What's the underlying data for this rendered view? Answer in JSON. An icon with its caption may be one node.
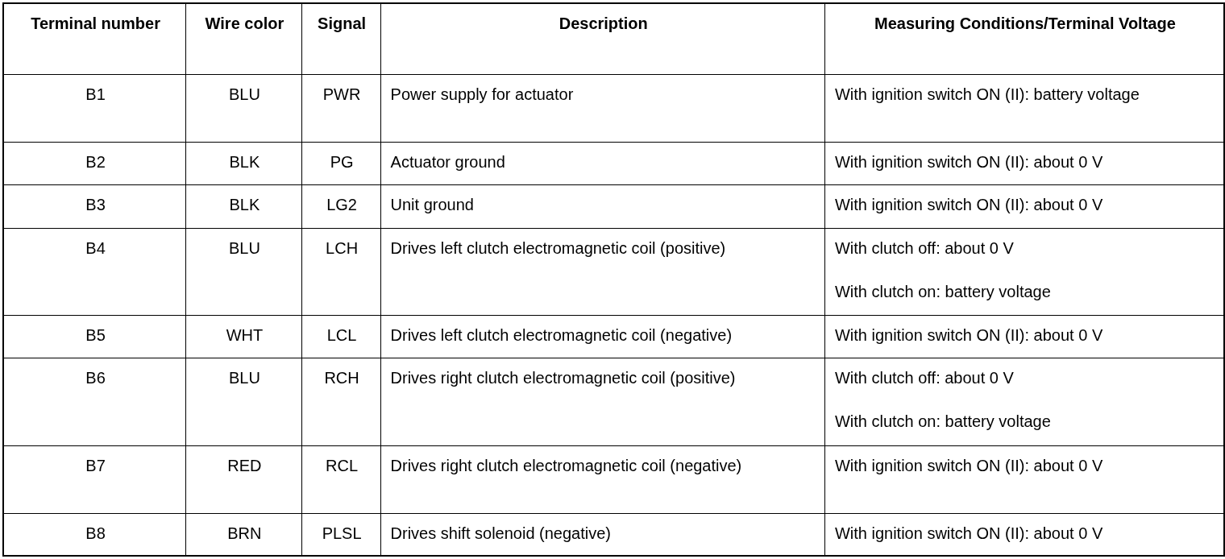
{
  "diagram": {
    "labels": [
      "Terminal number",
      "Wire color",
      "Signal",
      "Description",
      "Measuring Conditions/Terminal Voltage",
      "B1",
      "BLU",
      "PWR",
      "Power supply for actuator",
      "With ignition switch ON (II): battery voltage",
      "B2",
      "BLK",
      "PG",
      "Actuator ground",
      "With ignition switch ON (II): about 0 V",
      "B3",
      "BLK",
      "LG2",
      "Unit ground",
      "With ignition switch ON (II): about 0 V",
      "B4",
      "BLU",
      "LCH",
      "Drives left clutch electromagnetic coil (positive)",
      "With clutch off: about 0 V",
      "With clutch on: battery voltage",
      "B5",
      "WHT",
      "LCL",
      "Drives left clutch electromagnetic coil (negative)",
      "With ignition switch ON (II): about 0 V",
      "B6",
      "BLU",
      "RCH",
      "Drives right clutch electromagnetic coil (positive)",
      "With clutch off: about 0 V",
      "With clutch on: battery voltage",
      "B7",
      "RED",
      "RCL",
      "Drives right clutch electromagnetic coil (negative)",
      "With ignition switch ON (II): about 0 V",
      "B8",
      "BRN",
      "PLSL",
      "Drives shift solenoid (negative)",
      "With ignition switch ON (II): about 0 V"
    ]
  }
}
